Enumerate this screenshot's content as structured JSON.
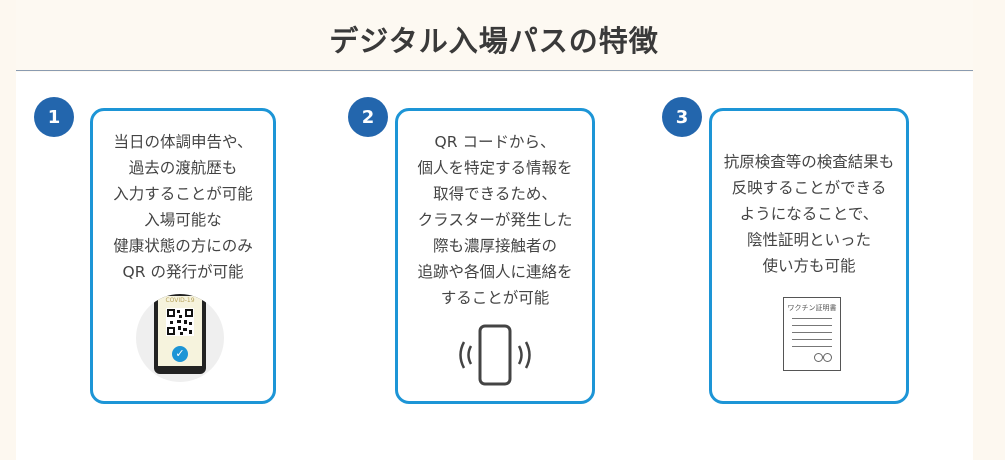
{
  "heading": "デジタル入場パスの特徴",
  "features": [
    {
      "number": "1",
      "lines": [
        "当日の体調申告や、",
        "過去の渡航歴も",
        "入力することが可能",
        "入場可能な",
        "健康状態の方にのみ",
        "QR の発行が可能"
      ],
      "illustration_label": "COVID-19",
      "icon": "phone-qr-check-icon"
    },
    {
      "number": "2",
      "lines": [
        "QR コードから、",
        "個人を特定する情報を",
        "取得できるため、",
        "クラスターが発生した",
        "際も濃厚接触者の",
        "追跡や各個人に連絡を",
        "することが可能"
      ],
      "icon": "vibrating-phone-icon"
    },
    {
      "number": "3",
      "lines": [
        "抗原検査等の検査結果も",
        "反映することができる",
        "ようになることで、",
        "陰性証明といった",
        "使い方も可能"
      ],
      "illustration_label": "ワクチン証明書",
      "icon": "certificate-document-icon"
    }
  ],
  "colors": {
    "accent_blue": "#1d95d6",
    "badge_navy": "#2366ad",
    "heading_text": "#3a3a3a"
  }
}
